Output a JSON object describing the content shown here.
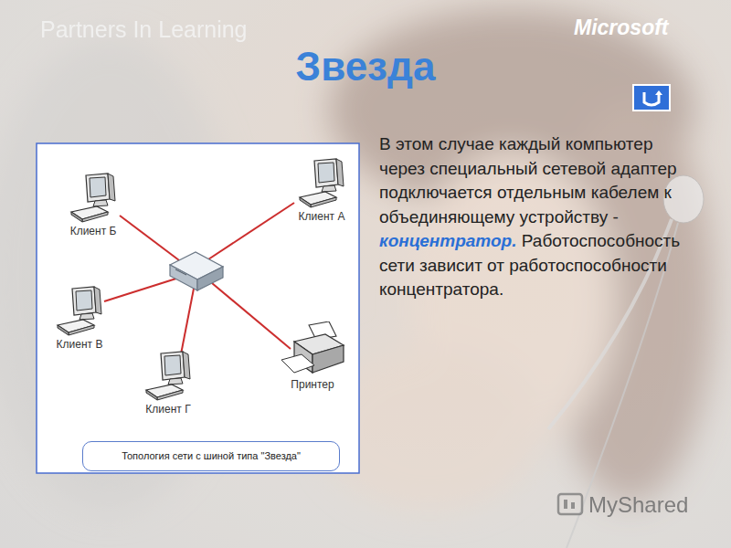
{
  "diagram": {
    "title": "Звезда",
    "nodes": [
      {
        "text": [
          "Клиент Б"
        ]
      },
      {
        "text": [
          "Клиент А"
        ]
      },
      {
        "text": [
          "Клиент В"
        ]
      },
      {
        "text": [
          "Клиент Г"
        ]
      },
      {
        "text": [
          "Принтер"
        ]
      },
      {
        "text": [
          "Топология сети с шиной типа \"Звезда\""
        ]
      }
    ],
    "labels": [
      "Partners In Learning",
      "Microsoft",
      "В этом случае каждый компьютер через специальный сетевой адаптер подключается отдельным кабелем к объединяющему устройству -",
      "концентратор.",
      "Работоспособность сети зависит от работоспособности концентратора.",
      "MyShared"
    ]
  }
}
